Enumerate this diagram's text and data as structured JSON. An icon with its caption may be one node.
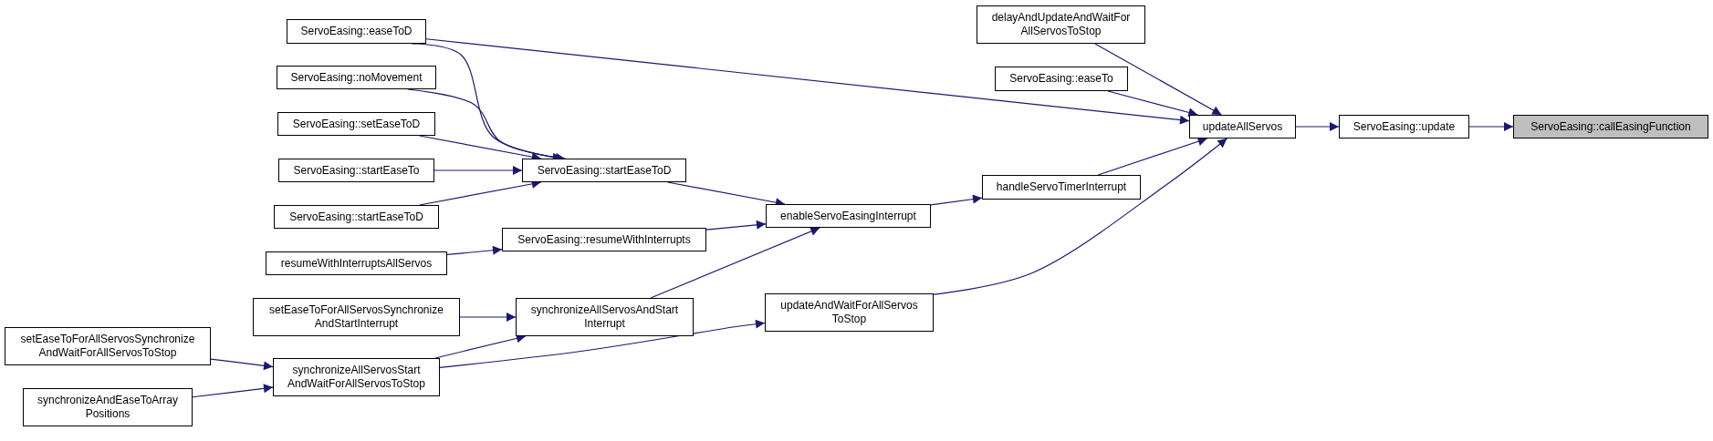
{
  "diagram": {
    "nodes": [
      {
        "text": [
          "ServoEasing::callEasingFunction"
        ]
      },
      {
        "text": [
          "ServoEasing::update"
        ]
      },
      {
        "text": [
          "updateAllServos"
        ]
      },
      {
        "text": [
          "delayAndUpdateAndWaitFor AllServosToStop"
        ]
      },
      {
        "text": [
          "ServoEasing::easeTo"
        ]
      },
      {
        "text": [
          "ServoEasing::easeToD"
        ]
      },
      {
        "text": [
          "handleServoTimerInterrupt"
        ]
      },
      {
        "text": [
          "updateAndWaitForAllServos ToStop"
        ]
      },
      {
        "text": [
          "enableServoEasingInterrupt"
        ]
      },
      {
        "text": [
          "ServoEasing::startEaseToD"
        ]
      },
      {
        "text": [
          "ServoEasing::resumeWithInterrupts"
        ]
      },
      {
        "text": [
          "synchronizeAllServosAndStart Interrupt"
        ]
      },
      {
        "text": [
          "ServoEasing::noMovement"
        ]
      },
      {
        "text": [
          "ServoEasing::setEaseToD"
        ]
      },
      {
        "text": [
          "ServoEasing::startEaseTo"
        ]
      },
      {
        "text": [
          "ServoEasing::startEaseToD"
        ]
      },
      {
        "text": [
          "resumeWithInterruptsAllServos"
        ]
      },
      {
        "text": [
          "setEaseToForAllServosSynchronize AndStartInterrupt"
        ]
      },
      {
        "text": [
          "synchronizeAllServosStart AndWaitForAllServosToStop"
        ]
      },
      {
        "text": [
          "setEaseToForAllServosSynchronize AndWaitForAllServosToStop"
        ]
      },
      {
        "text": [
          "synchronizeAndEaseToArray Positions"
        ]
      }
    ],
    "edges": [
      {
        "from": 1,
        "to": 0,
        "arrow": "to"
      },
      {
        "from": 2,
        "to": 1,
        "arrow": "to"
      },
      {
        "from": 3,
        "to": 2,
        "arrow": "to"
      },
      {
        "from": 4,
        "to": 2,
        "arrow": "to"
      },
      {
        "from": 5,
        "to": 2,
        "arrow": "to"
      },
      {
        "from": 6,
        "to": 2,
        "arrow": "to"
      },
      {
        "from": 7,
        "to": 2,
        "arrow": "to"
      },
      {
        "from": 8,
        "to": 6,
        "arrow": "to"
      },
      {
        "from": 9,
        "to": 8,
        "arrow": "to"
      },
      {
        "from": 10,
        "to": 8,
        "arrow": "to"
      },
      {
        "from": 11,
        "to": 8,
        "arrow": "to"
      },
      {
        "from": 5,
        "to": 9,
        "arrow": "to"
      },
      {
        "from": 12,
        "to": 9,
        "arrow": "to"
      },
      {
        "from": 13,
        "to": 9,
        "arrow": "to"
      },
      {
        "from": 14,
        "to": 9,
        "arrow": "to"
      },
      {
        "from": 15,
        "to": 9,
        "arrow": "to"
      },
      {
        "from": 16,
        "to": 10,
        "arrow": "to"
      },
      {
        "from": 17,
        "to": 11,
        "arrow": "to"
      },
      {
        "from": 18,
        "to": 11,
        "arrow": "to"
      },
      {
        "from": 18,
        "to": 7,
        "arrow": "to"
      },
      {
        "from": 19,
        "to": 18,
        "arrow": "to"
      },
      {
        "from": 20,
        "to": 18,
        "arrow": "to"
      }
    ]
  }
}
